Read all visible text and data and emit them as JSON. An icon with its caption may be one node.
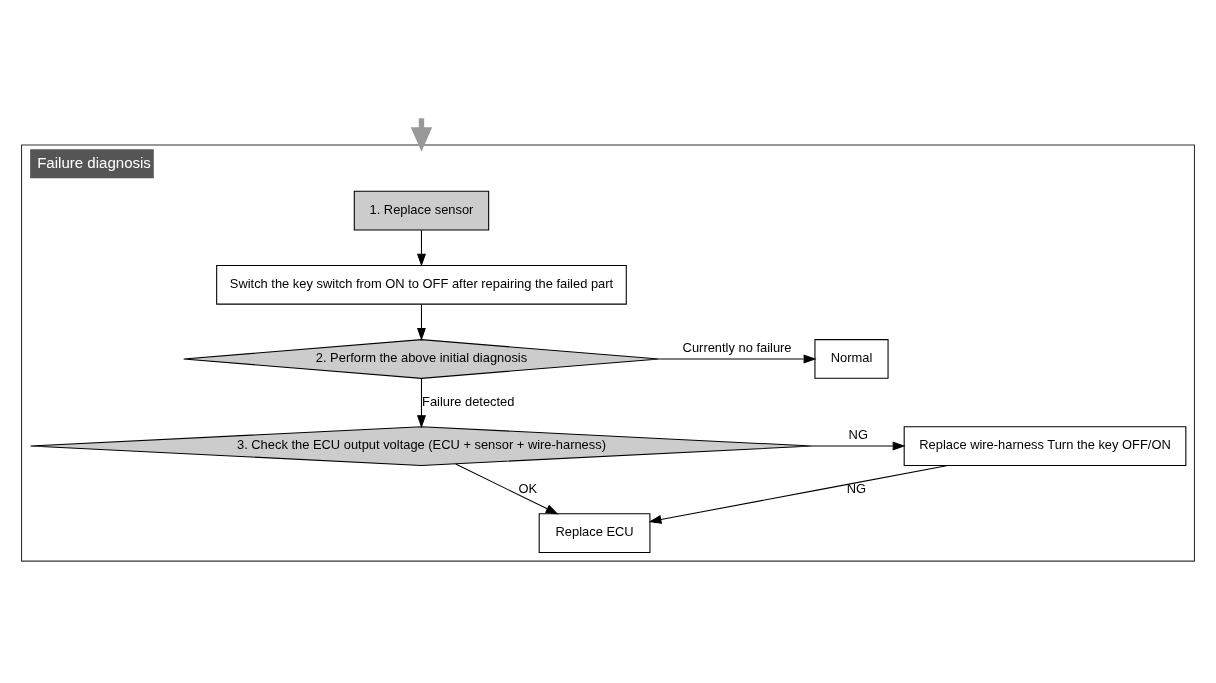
{
  "diagram": {
    "nodes": [
      {
        "text": [
          "Failure diagnosis"
        ]
      },
      {
        "text": [
          "1. Replace sensor"
        ],
        "in": 0
      },
      {
        "text": [
          "Switch the key switch from ON to OFF after repairing the failed part"
        ],
        "in": 0
      },
      {
        "text": [
          "2. Perform the above initial diagnosis"
        ],
        "in": 0
      },
      {
        "text": [
          "Normal"
        ],
        "in": 0
      },
      {
        "text": [
          "3. Check the ECU output voltage (ECU + sensor + wire-harness)"
        ],
        "in": 0
      },
      {
        "text": [
          "Replace wire-harness Turn the key OFF/ON"
        ],
        "in": 0
      },
      {
        "text": [
          "Replace ECU"
        ],
        "in": 0
      }
    ],
    "edges": [
      {
        "from": null,
        "to": 0,
        "arrow": "to",
        "style": "thick",
        "color": "#999999"
      },
      {
        "from": 1,
        "to": 2,
        "arrow": "to"
      },
      {
        "from": 2,
        "to": 3,
        "arrow": "to"
      },
      {
        "from": 3,
        "to": 4,
        "arrow": "to",
        "label": "Currently no failure"
      },
      {
        "from": 3,
        "to": 5,
        "arrow": "to",
        "label": "Failure detected"
      },
      {
        "from": 5,
        "to": 6,
        "arrow": "to",
        "label": "NG"
      },
      {
        "from": 6,
        "to": 7,
        "arrow": "to",
        "label": "NG"
      },
      {
        "from": 5,
        "to": 7,
        "arrow": "to",
        "label": "OK"
      }
    ]
  }
}
